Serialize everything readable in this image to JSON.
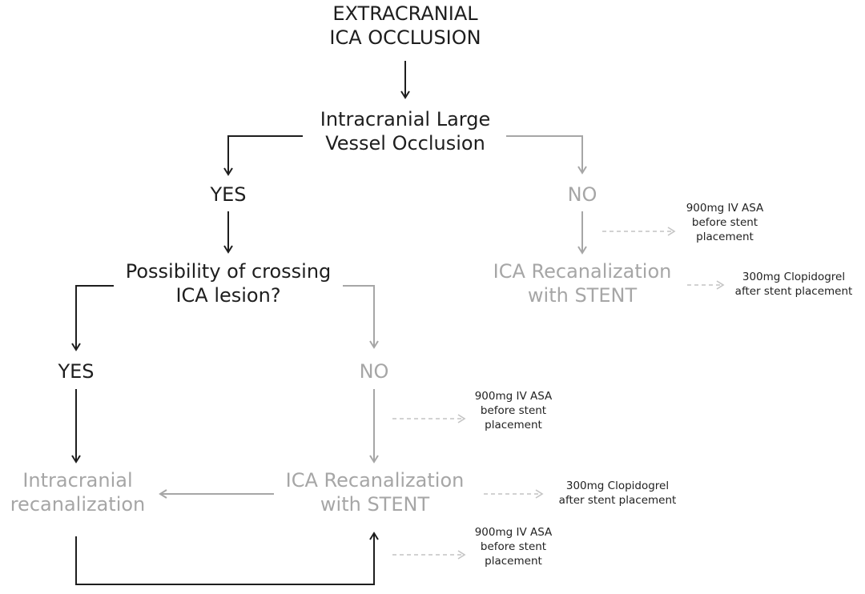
{
  "colors": {
    "dark": "#1e1e1e",
    "grey": "#a6a6a6",
    "dashed": "#c4c4c4",
    "note": "#222222"
  },
  "nodes": {
    "extracranial_occlusion": {
      "line1": "EXTRACRANIAL",
      "line2": "ICA OCCLUSION"
    },
    "large_vessel_occlusion": {
      "line1": "Intracranial Large",
      "line2": "Vessel Occlusion"
    },
    "lvo_yes": "YES",
    "lvo_no": "NO",
    "crossing_question": {
      "line1": "Possibility of crossing",
      "line2": "ICA lesion?"
    },
    "crossing_yes": "YES",
    "crossing_no": "NO",
    "intracranial_recanalization": {
      "line1": "Intracranial",
      "line2": "recanalization"
    },
    "stent_right": {
      "line1": "ICA Recanalization",
      "line2": "with STENT"
    },
    "stent_center": {
      "line1": "ICA Recanalization",
      "line2": "with STENT"
    }
  },
  "notes": {
    "asa_right": {
      "line1": "900mg IV ASA",
      "line2": "before stent",
      "line3": "placement"
    },
    "clopidogrel_right": {
      "line1": "300mg Clopidogrel",
      "line2": "after stent placement"
    },
    "asa_middle": {
      "line1": "900mg IV ASA",
      "line2": "before stent",
      "line3": "placement"
    },
    "clopidogrel_middle": {
      "line1": "300mg Clopidogrel",
      "line2": "after stent placement"
    },
    "asa_bottom": {
      "line1": "900mg IV ASA",
      "line2": "before stent",
      "line3": "placement"
    }
  }
}
